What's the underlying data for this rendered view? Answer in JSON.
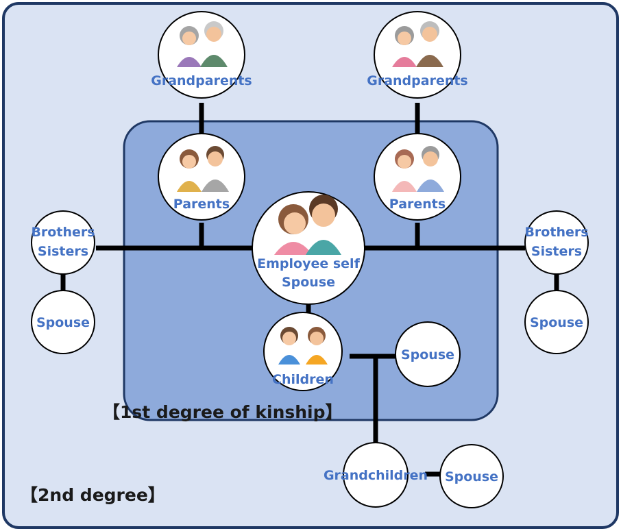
{
  "diagram": {
    "outer_label": "【2nd degree】",
    "inner_label": "【1st degree of kinship】",
    "nodes": {
      "grandparents_left": "Grandparents",
      "grandparents_right": "Grandparents",
      "parents_left": "Parents",
      "parents_right": "Parents",
      "self_line1": "Employee self",
      "self_line2": "Spouse",
      "siblings_left_line1": "Brothers",
      "siblings_left_line2": "Sisters",
      "siblings_right_line1": "Brothers",
      "siblings_right_line2": "Sisters",
      "sibling_spouse_left": "Spouse",
      "sibling_spouse_right": "Spouse",
      "children": "Children",
      "child_spouse": "Spouse",
      "grandchildren": "Grandchildren",
      "grandchild_spouse": "Spouse"
    },
    "colors": {
      "outer_fill": "#dae3f3",
      "outer_stroke": "#1f3864",
      "inner_fill": "#8eaadb",
      "inner_stroke": "#1f3864",
      "label_text": "#4472c4"
    }
  }
}
